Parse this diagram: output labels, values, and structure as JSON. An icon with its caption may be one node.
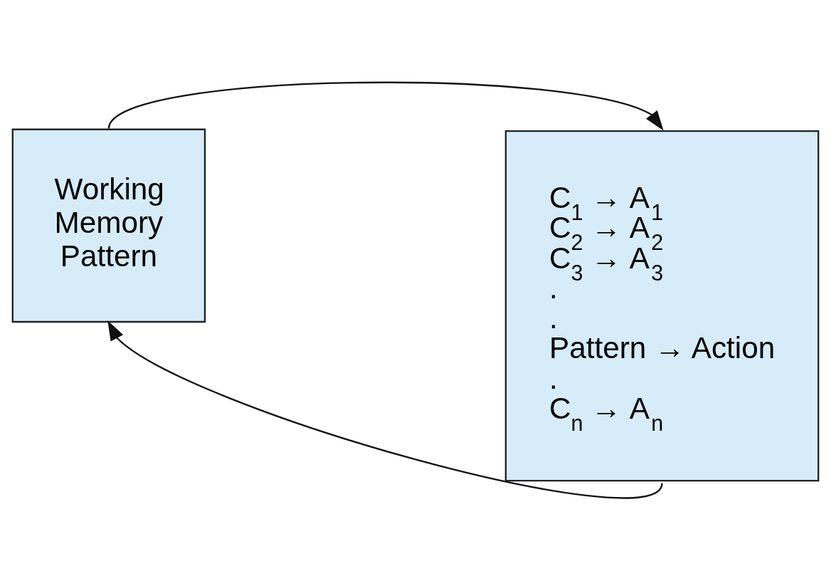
{
  "diagram": {
    "nodes": [
      {
        "text": [
          "Working Memory Pattern"
        ]
      },
      {
        "text": [
          "C$_{1}$ → A$_{1}$",
          "C$_{2}$ → A$_{2}$",
          "C$_{3}$ → A$_{3}$",
          ".",
          ".",
          "Pattern → Action",
          ".",
          "C$_{n}$ → A$_{n}$"
        ]
      }
    ],
    "edges": [
      {
        "from": 0,
        "to": 1,
        "arrow": "to"
      },
      {
        "from": 1,
        "to": 0,
        "arrow": "to"
      }
    ]
  }
}
